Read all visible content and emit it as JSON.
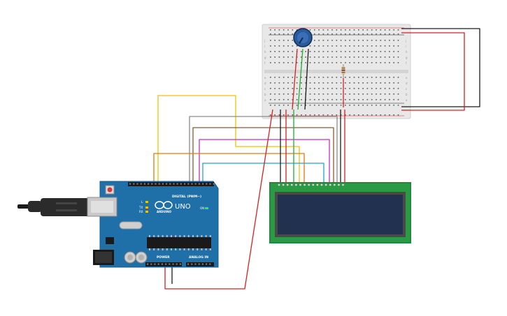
{
  "arduino": {
    "brand": "ARDUINO",
    "model": "UNO",
    "digital_label": "DIGITAL (PWM~)",
    "power_label": "POWER",
    "analog_label": "ANALOG IN",
    "led_l": "L",
    "led_tx": "TX",
    "led_rx": "RX",
    "on_label": "ON"
  },
  "breadboard": {
    "row_letters_top": [
      "j",
      "i",
      "h",
      "g",
      "f"
    ],
    "row_letters_bottom": [
      "e",
      "d",
      "c",
      "b",
      "a"
    ]
  },
  "colors": {
    "board_blue": "#1f6fa8",
    "breadboard": "#e8e8e8",
    "lcd_pcb": "#1f8a3a",
    "lcd_screen": "#22314f",
    "wire_red": "#d62020",
    "wire_black": "#1a1a1a",
    "wire_yellow": "#f2c200",
    "wire_gray": "#8a8a8a",
    "wire_brown": "#8b5a2b",
    "wire_magenta": "#c22fc2",
    "wire_orange": "#e07a10",
    "wire_cyan": "#1fa3d6",
    "wire_green": "#1fae2f"
  }
}
